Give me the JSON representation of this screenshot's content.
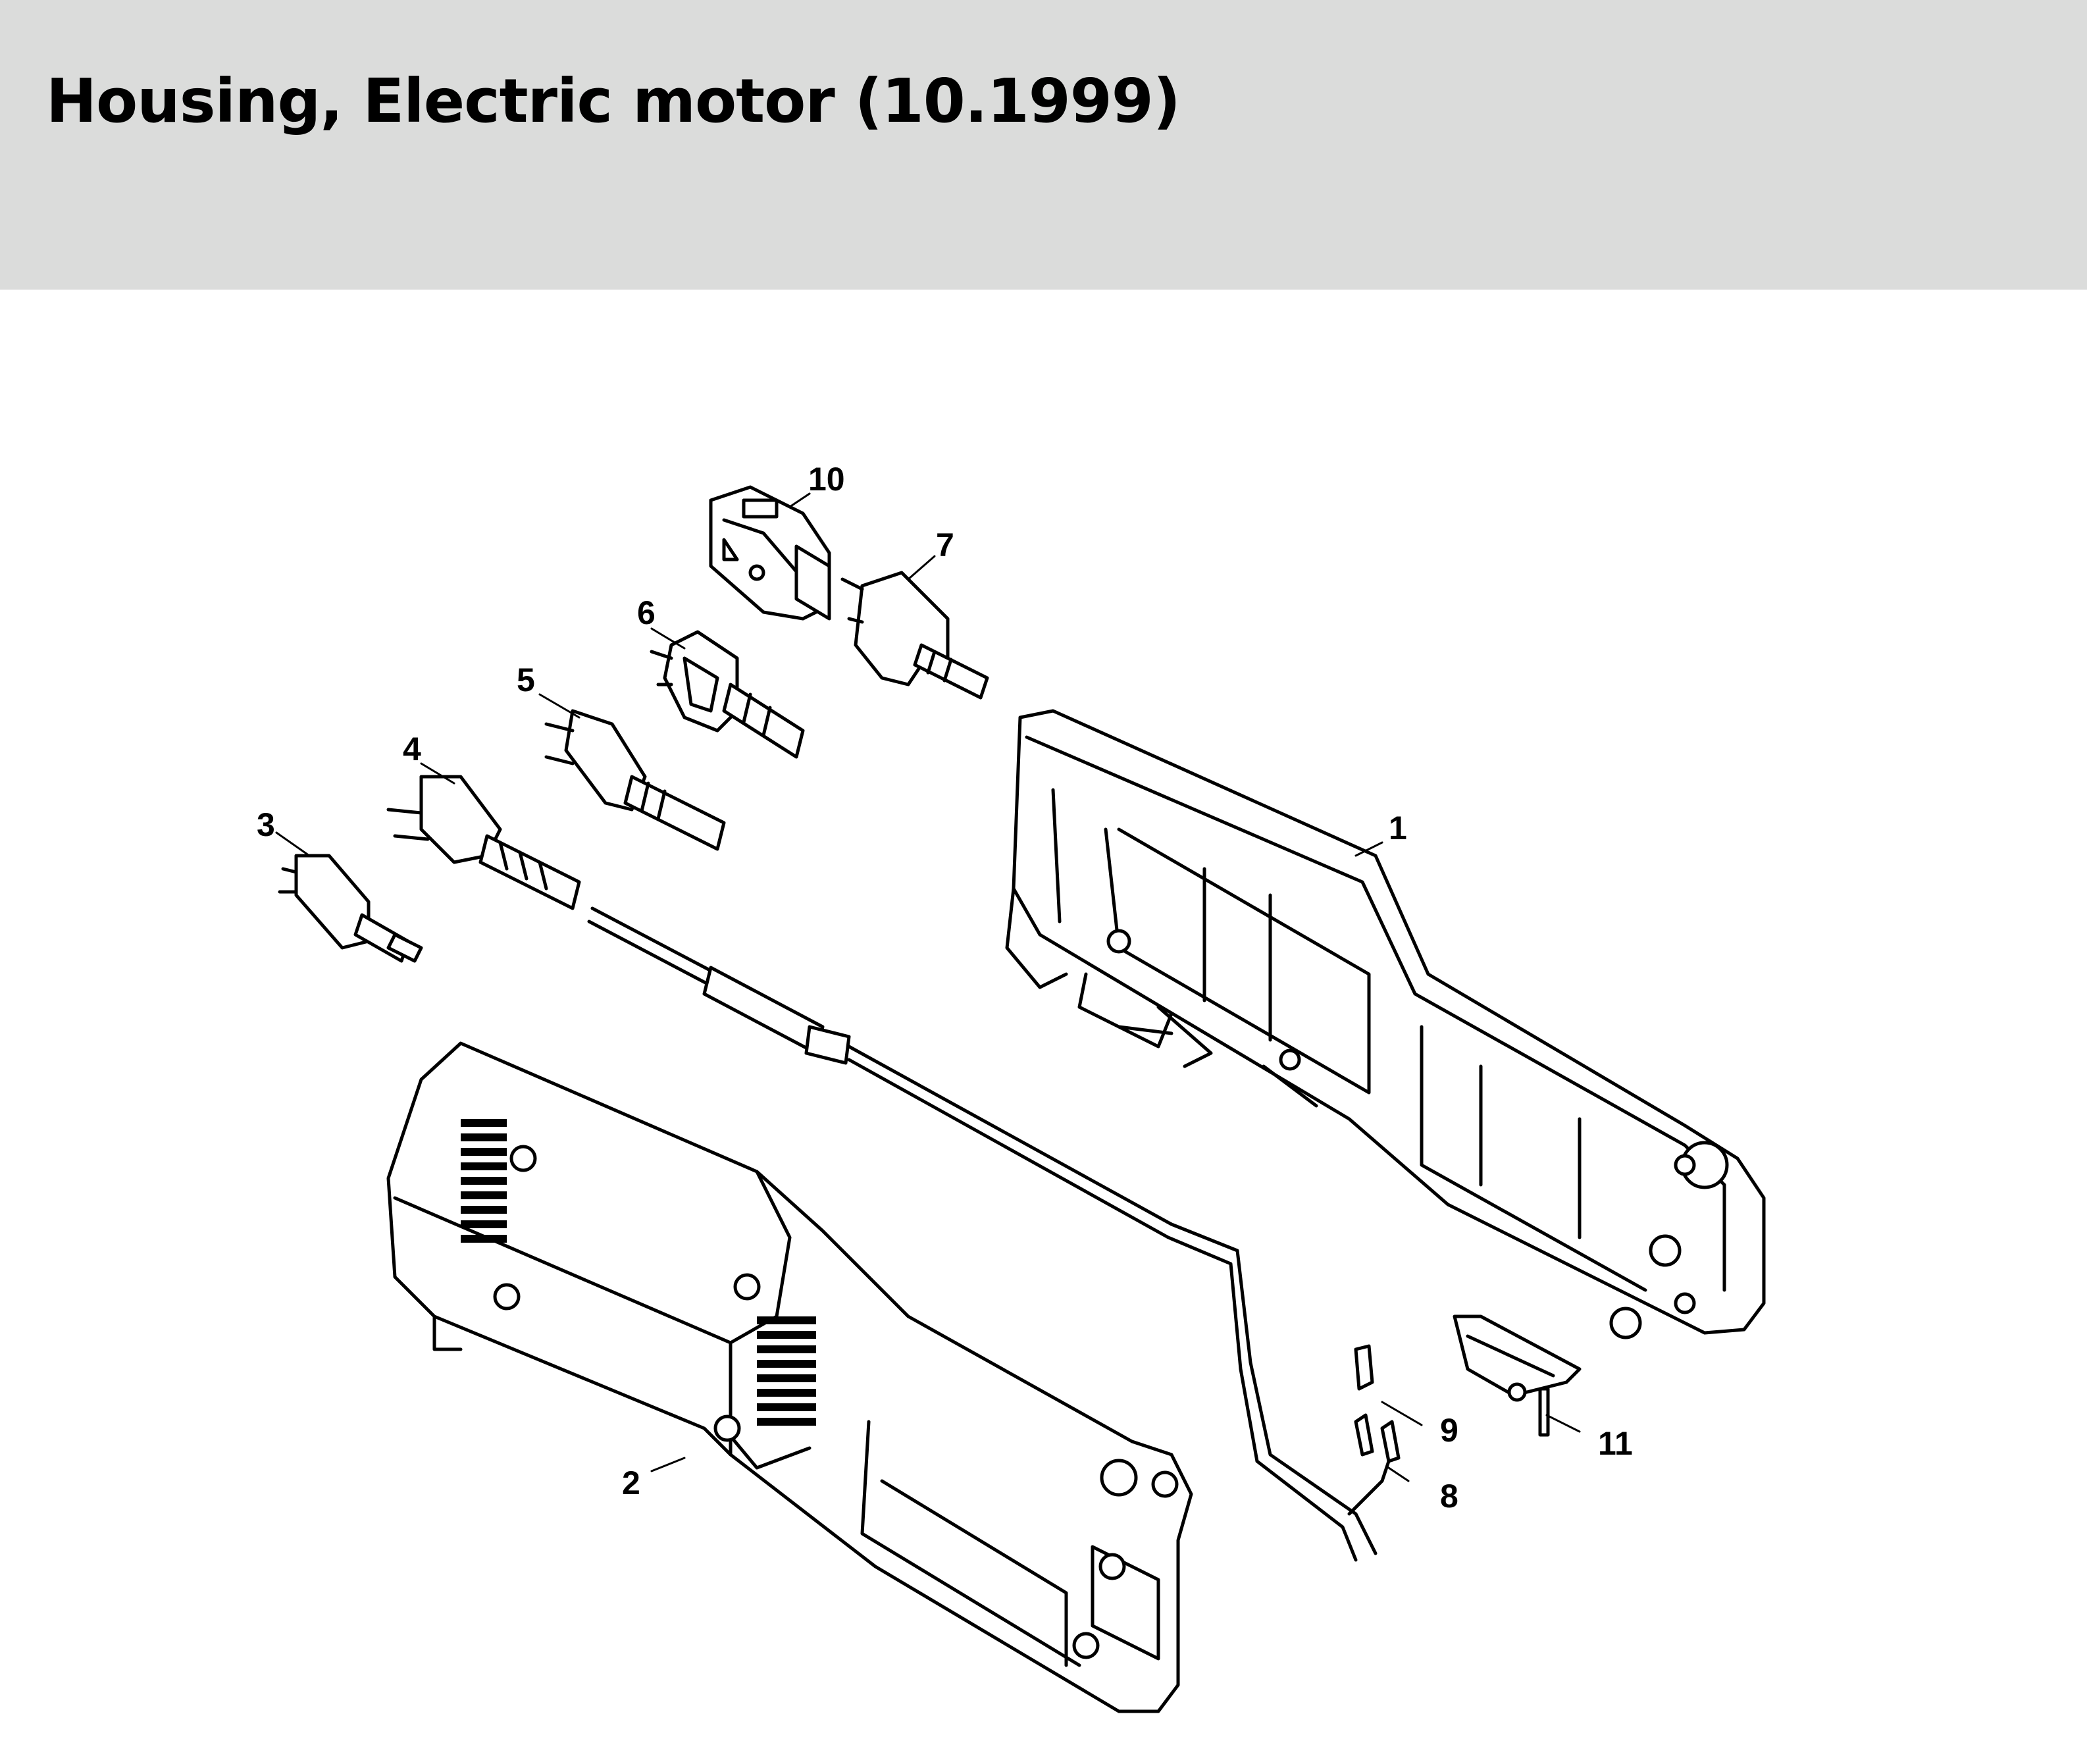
{
  "page": {
    "title": "Housing, Electric motor (10.1999)",
    "header_color": "#dbdcdb"
  },
  "callouts": [
    {
      "id": "1",
      "label": "1"
    },
    {
      "id": "2",
      "label": "2"
    },
    {
      "id": "3",
      "label": "3"
    },
    {
      "id": "4",
      "label": "4"
    },
    {
      "id": "5",
      "label": "5"
    },
    {
      "id": "6",
      "label": "6"
    },
    {
      "id": "7",
      "label": "7"
    },
    {
      "id": "8",
      "label": "8"
    },
    {
      "id": "9",
      "label": "9"
    },
    {
      "id": "10",
      "label": "10"
    },
    {
      "id": "11",
      "label": "11"
    }
  ]
}
